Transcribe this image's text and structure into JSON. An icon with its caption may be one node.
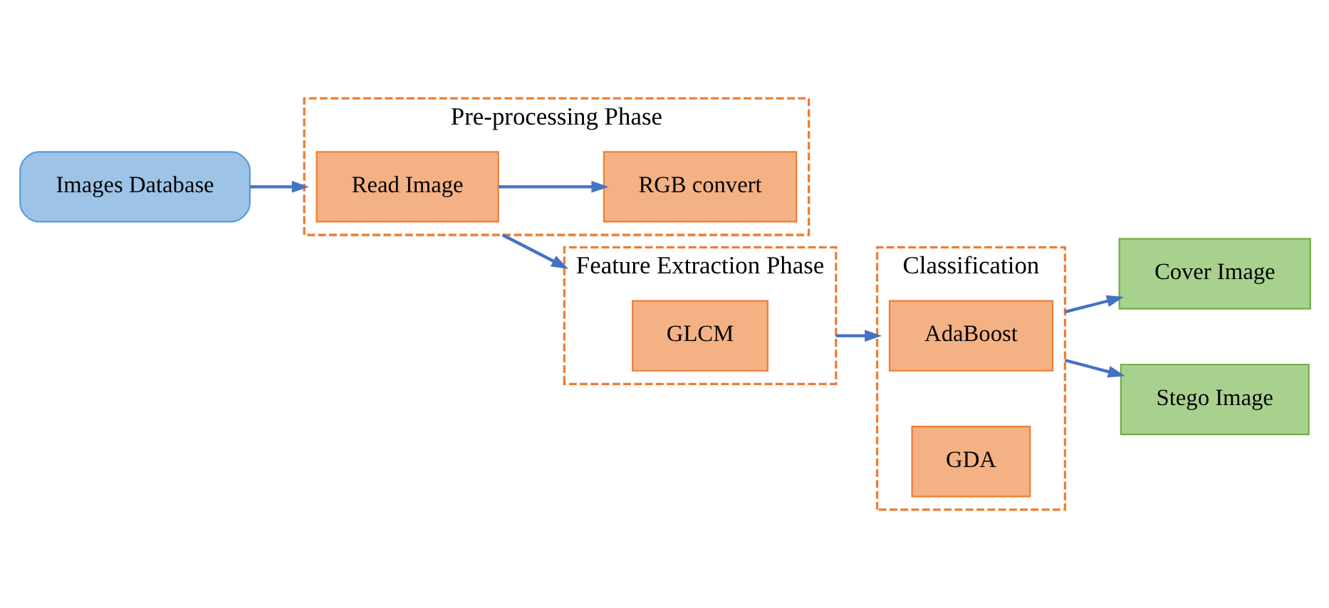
{
  "diagram": {
    "nodes": [
      {
        "text": [
          "Images Database"
        ]
      },
      {
        "text": [
          "Pre-processing Phase"
        ]
      },
      {
        "text": [
          "Read Image"
        ],
        "in": 1
      },
      {
        "text": [
          "RGB convert"
        ],
        "in": 1
      },
      {
        "text": [
          "Feature Extraction Phase"
        ]
      },
      {
        "text": [
          "GLCM"
        ],
        "in": 4
      },
      {
        "text": [
          "Classification"
        ]
      },
      {
        "text": [
          "AdaBoost"
        ],
        "in": 6
      },
      {
        "text": [
          "GDA"
        ],
        "in": 6
      },
      {
        "text": [
          "Cover Image"
        ]
      },
      {
        "text": [
          "Stego Image"
        ]
      }
    ],
    "edges": [
      {
        "from": 0,
        "to": 1,
        "arrow": "to"
      },
      {
        "from": 2,
        "to": 3,
        "arrow": "to"
      },
      {
        "from": 1,
        "to": 4,
        "arrow": "to"
      },
      {
        "from": 4,
        "to": 6,
        "arrow": "to"
      },
      {
        "from": 6,
        "to": 9,
        "arrow": "to"
      },
      {
        "from": 6,
        "to": 10,
        "arrow": "to"
      }
    ]
  }
}
